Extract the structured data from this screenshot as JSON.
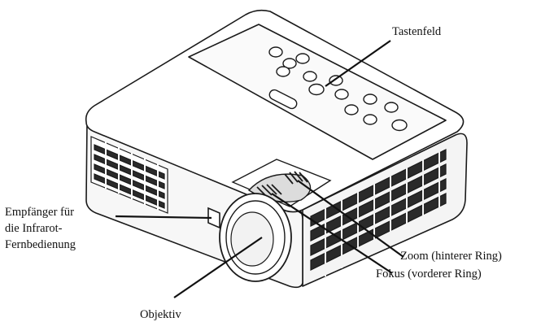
{
  "labels": {
    "keypad": "Tastenfeld",
    "ir_receiver": [
      "Empfänger für",
      "die Infrarot-",
      "Fernbedienung"
    ],
    "zoom": "Zoom (hinterer Ring)",
    "focus": "Fokus (vorderer Ring)",
    "lens": "Objektiv"
  },
  "colors": {
    "line": "#1a1a1a",
    "body": "#ffffff"
  }
}
